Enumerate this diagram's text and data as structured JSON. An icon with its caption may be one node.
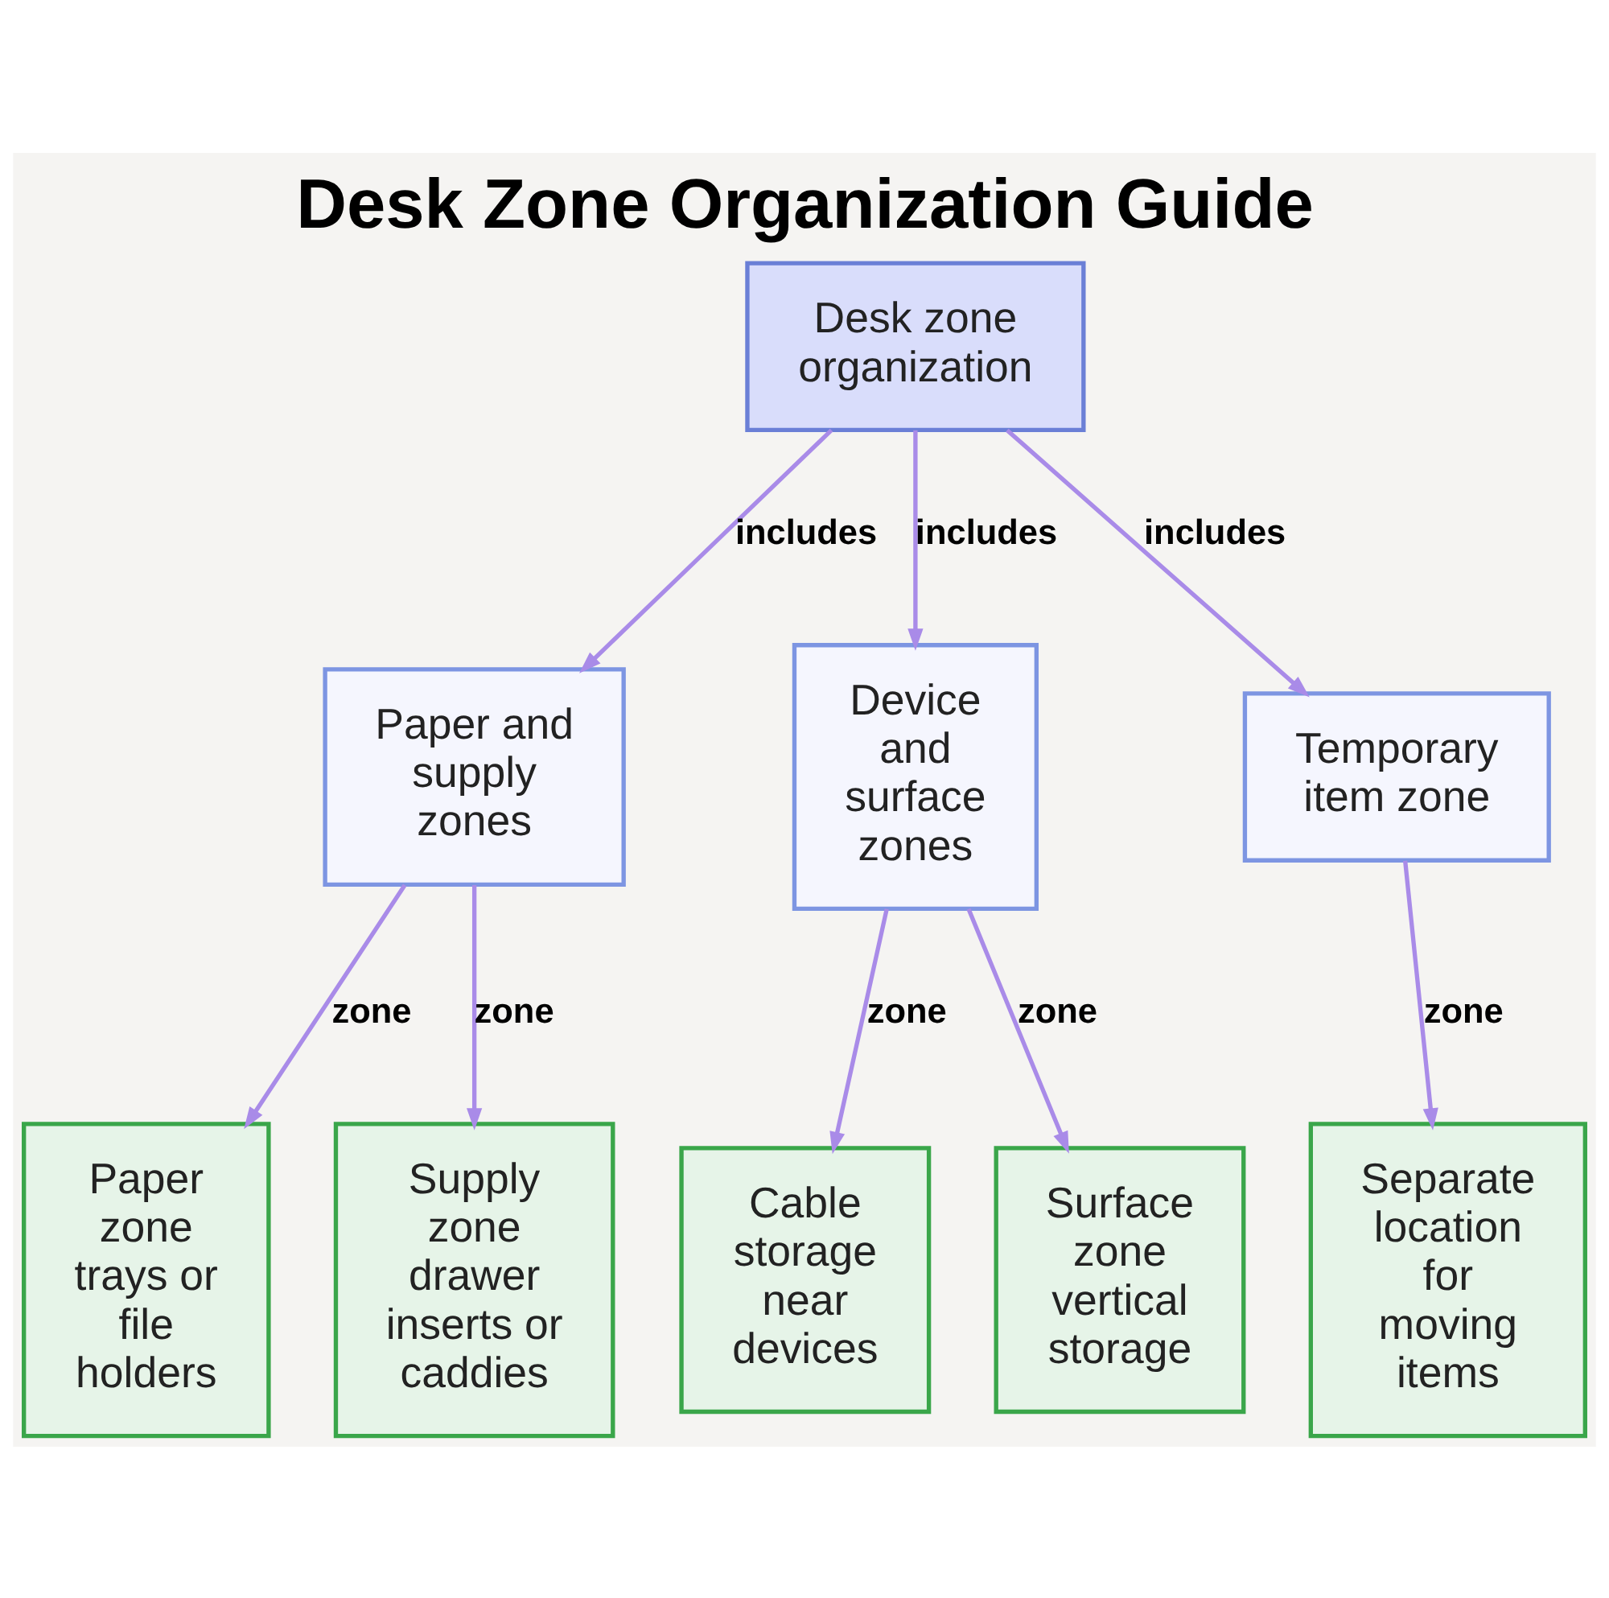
{
  "diagram": {
    "title": "Desk Zone Organization Guide",
    "nodes": [
      {
        "text": [
          "Desk zone organization"
        ]
      },
      {
        "text": [
          "Paper and supply zones"
        ]
      },
      {
        "text": [
          "Device and surface zones"
        ]
      },
      {
        "text": [
          "Temporary item zone"
        ]
      },
      {
        "text": [
          "Paper zone trays or file holders"
        ]
      },
      {
        "text": [
          "Supply zone drawer inserts or caddies"
        ]
      },
      {
        "text": [
          "Cable storage near devices"
        ]
      },
      {
        "text": [
          "Surface zone vertical storage"
        ]
      },
      {
        "text": [
          "Separate location for moving items"
        ]
      }
    ],
    "edges": [
      {
        "from": 0,
        "to": 1,
        "arrow": "to",
        "label": "includes"
      },
      {
        "from": 0,
        "to": 2,
        "arrow": "to",
        "label": "includes"
      },
      {
        "from": 0,
        "to": 3,
        "arrow": "to",
        "label": "includes"
      },
      {
        "from": 1,
        "to": 4,
        "arrow": "to",
        "label": "zone"
      },
      {
        "from": 1,
        "to": 5,
        "arrow": "to",
        "label": "zone"
      },
      {
        "from": 2,
        "to": 6,
        "arrow": "to",
        "label": "zone"
      },
      {
        "from": 2,
        "to": 7,
        "arrow": "to",
        "label": "zone"
      },
      {
        "from": 3,
        "to": 8,
        "arrow": "to",
        "label": "zone"
      }
    ]
  }
}
